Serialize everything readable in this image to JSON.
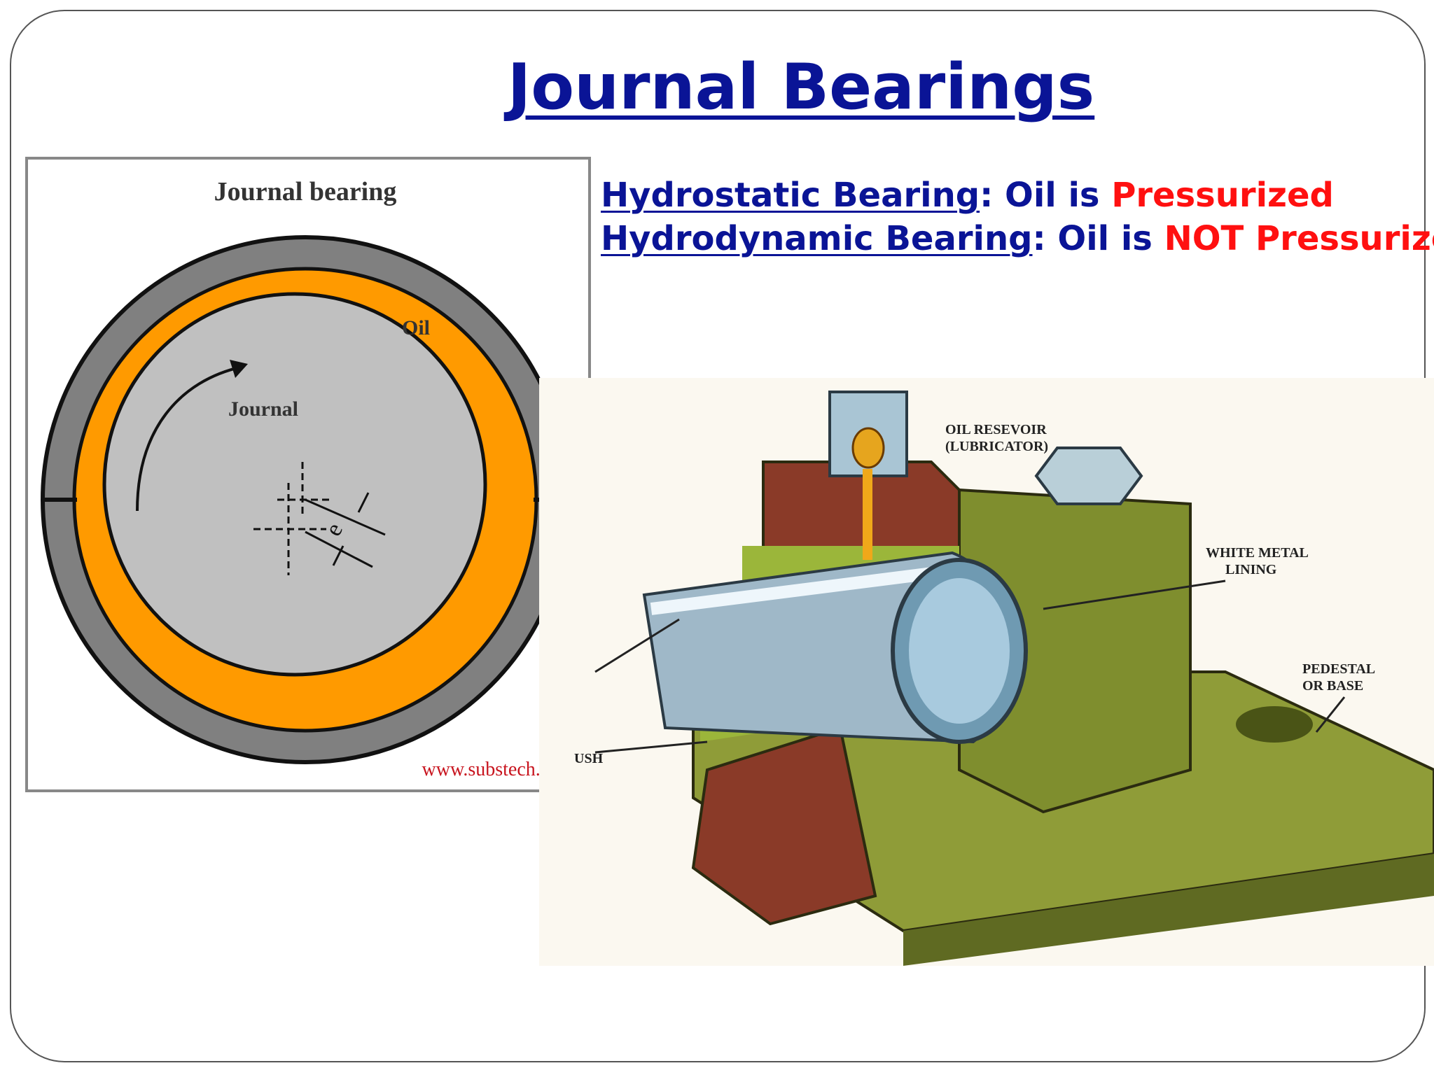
{
  "slide": {
    "title": "Journal Bearings",
    "definitions": [
      {
        "term": "Hydrostatic Bearing",
        "sep": ": Oil is ",
        "state": "Pressurized"
      },
      {
        "term": "Hydrodynamic Bearing",
        "sep": ": Oil is ",
        "state": "NOT Pressurized"
      }
    ]
  },
  "left_diagram": {
    "heading": "Journal bearing",
    "oil_label": "Oil",
    "journal_label": "Journal",
    "eccentricity_label": "e",
    "source": "www.substech.com"
  },
  "right_illustration": {
    "labels": {
      "reservoir": [
        "OIL RESEVOIR",
        "(LUBRICATOR)"
      ],
      "lining": [
        "WHITE METAL",
        "LINING"
      ],
      "pedestal": [
        "PEDESTAL",
        "OR BASE"
      ],
      "bush_fragment": "USH"
    }
  },
  "colors": {
    "title_blue": "#0a1496",
    "emphasis_red": "#ff1010",
    "oil_orange": "#ff9a00",
    "housing_grey": "#777777",
    "journal_grey": "#c0c0c0",
    "credit_red": "#c8141e",
    "pedestal_green": "#7c8a2c",
    "cap_brown": "#8a3a28"
  }
}
